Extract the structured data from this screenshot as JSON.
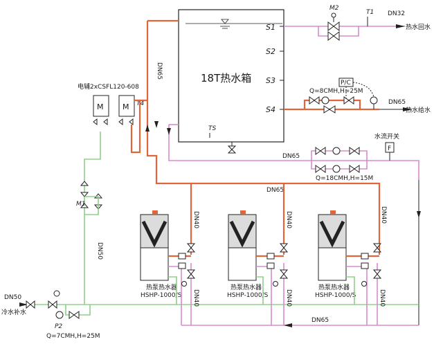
{
  "tank": {
    "label": "18T热水箱",
    "ts": "TS"
  },
  "nozzles": {
    "s1": "S1",
    "s2": "S2",
    "s3": "S3",
    "s4": "S4"
  },
  "pipes": {
    "dn32": "DN32",
    "dn65_vertical": "DN65",
    "dn65_mid": "DN65",
    "dn65_horizontal": "DN65",
    "dn65_bottom": "DN65",
    "dn50_vertical": "DN50",
    "dn50_inlet": "DN50",
    "dn40_1": "DN40",
    "dn40_2": "DN40",
    "dn40_3": "DN40",
    "dn40_4": "DN40",
    "dn40_5": "DN40",
    "dn40_6": "DN40"
  },
  "labels": {
    "hot_return": "热水回水",
    "hot_supply": "热水给水",
    "flow_switch": "水流开关",
    "cold_inlet": "冷水补水",
    "electric_heater": "电辅2xCSFL120-608",
    "pump_supply": "Q=8CMH,H=25M",
    "pump_circ": "Q=18CMH,H=15M",
    "pump_p2": "Q=7CMH,H=25M",
    "pc": "P/C",
    "f": "F"
  },
  "tags": {
    "m2": "M2",
    "t1": "T1",
    "t4": "T4",
    "m1": "M1",
    "p2": "P2"
  },
  "units": [
    {
      "name": "热泵热水器",
      "model": "HSHP-1000/S"
    },
    {
      "name": "热泵热水器",
      "model": "HSHP-1000/S"
    },
    {
      "name": "热泵热水器",
      "model": "HSHP-1000/S"
    }
  ],
  "colors": {
    "hot_pipe": "#e1653a",
    "return_pipe": "#d98bcc",
    "cold_pipe": "#8fcf8a",
    "line": "#222222"
  }
}
